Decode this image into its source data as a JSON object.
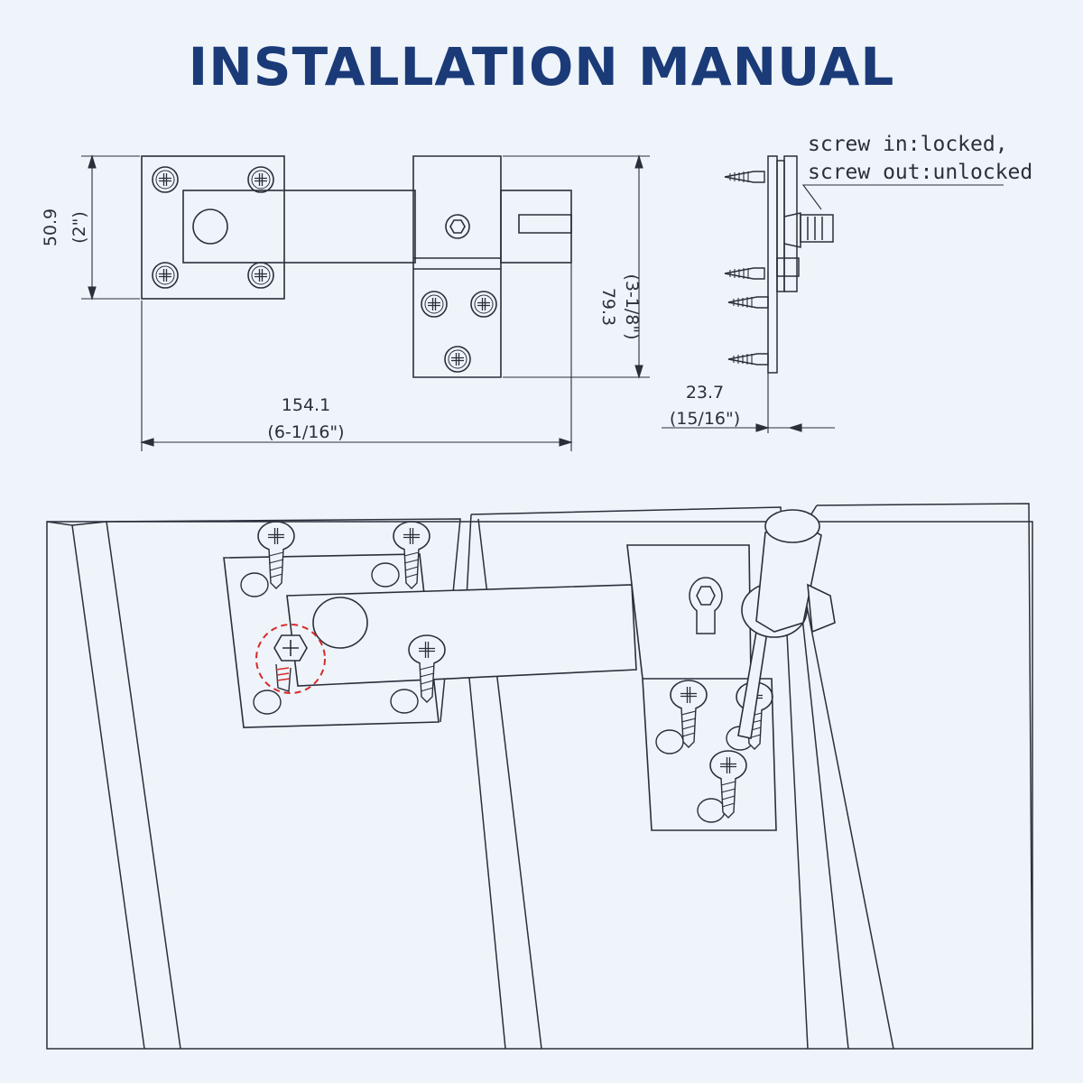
{
  "title": "INSTALLATION MANUAL",
  "dimensions": {
    "height_mm": "50.9",
    "height_in": "(2\")",
    "length_mm": "154.1",
    "length_in": "(6-1/16\")",
    "bracket_mm": "79.3",
    "bracket_in": "(3-1/8\")",
    "depth_mm": "23.7",
    "depth_in": "(15/16\")"
  },
  "side_note": {
    "line1": "screw in:locked,",
    "line2": "screw out:unlocked"
  },
  "colors": {
    "background": "#eef4fa",
    "line": "#2a2f3a",
    "title": "#1b3a78",
    "highlight": "#d62a2a"
  }
}
